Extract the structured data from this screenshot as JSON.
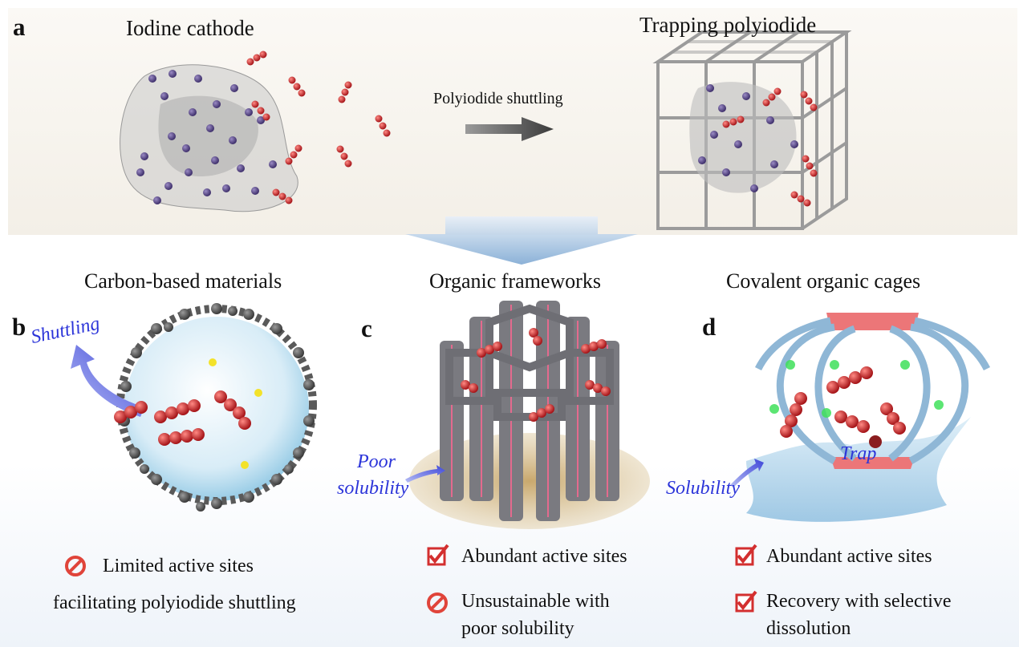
{
  "panel_a": {
    "letter": "a",
    "left_title": "Iodine cathode",
    "arrow_label": "Polyiodide shuttling",
    "right_title": "Trapping polyiodide"
  },
  "panel_b": {
    "header": "Carbon-based materials",
    "letter": "b",
    "arrow_note": "Shuttling",
    "bullet_1": "Limited active sites",
    "bullet_2": "facilitating polyiodide shuttling"
  },
  "panel_c": {
    "header": "Organic frameworks",
    "letter": "c",
    "note_line1": "Poor",
    "note_line2": "solubility",
    "check_1": "Abundant active sites",
    "cross_1_line1": "Unsustainable with",
    "cross_1_line2": "poor solubility"
  },
  "panel_d": {
    "header": "Covalent organic cages",
    "letter": "d",
    "trap_label": "Trap",
    "note": "Solubility",
    "check_1": "Abundant active sites",
    "check_2_line1": "Recovery with selective",
    "check_2_line2": "dissolution"
  },
  "colors": {
    "iodine_red": "#c8282c",
    "annotation_blue": "#2b34d9",
    "check_red": "#d32f2f",
    "prohibit_red": "#e0443a"
  }
}
